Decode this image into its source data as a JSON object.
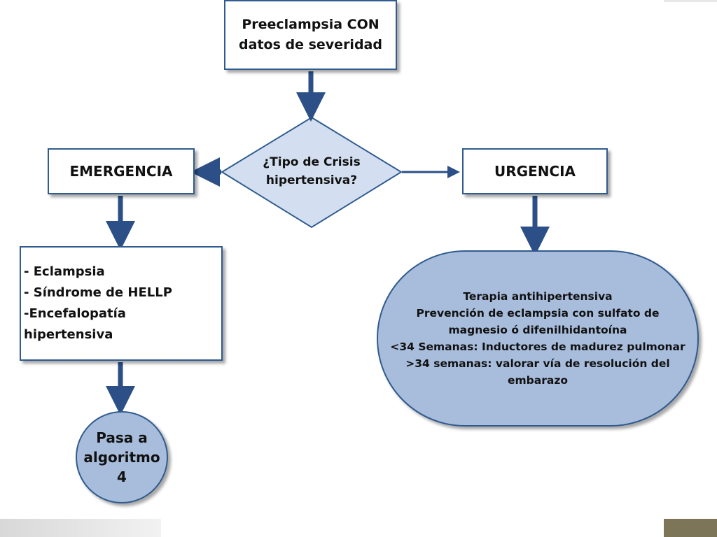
{
  "flowchart": {
    "start": {
      "lines": [
        "Preeclampsia CON",
        "datos de severidad"
      ]
    },
    "decision": {
      "lines": [
        "¿Tipo de Crisis",
        "hipertensiva?"
      ]
    },
    "emergency": {
      "label": "EMERGENCIA"
    },
    "urgency": {
      "label": "URGENCIA"
    },
    "complications": {
      "lines": [
        "- Eclampsia",
        "- Síndrome de HELLP",
        "-Encefalopatía",
        "hipertensiva"
      ]
    },
    "next_algorithm": {
      "lines": [
        "Pasa a",
        "algoritmo",
        "4"
      ]
    },
    "treatment": {
      "lines": [
        "Terapia antihipertensiva",
        "Prevención de eclampsia con sulfato de",
        "magnesio ó difenilhidantoína",
        "<34 Semanas: Inductores de madurez pulmonar",
        ">34 semanas: valorar vía de resolución del",
        "embarazo"
      ]
    }
  },
  "colors": {
    "border": "#2f5b8f",
    "arrow": "#2b4f86",
    "oval_fill": "#a8bddc",
    "accent_corner": "#7c7557"
  }
}
